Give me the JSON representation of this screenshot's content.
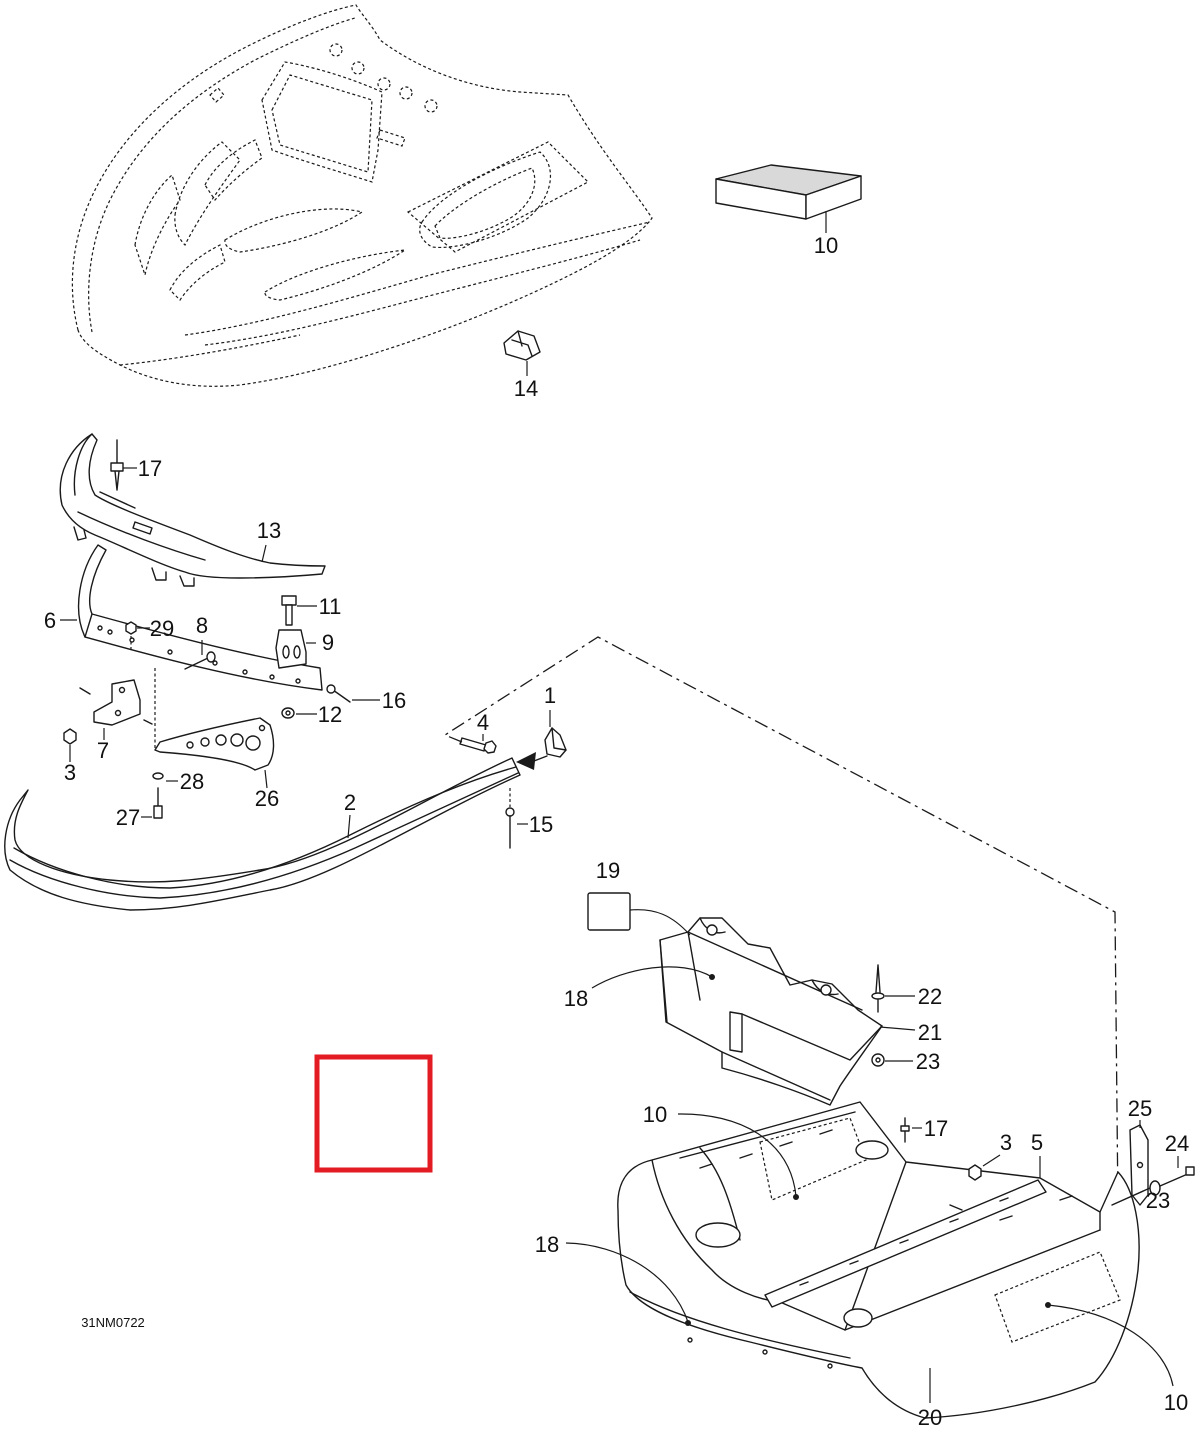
{
  "drawing_number": "31NM0722",
  "callouts": [
    "10",
    "14",
    "17",
    "13",
    "11",
    "6",
    "29",
    "8",
    "9",
    "16",
    "12",
    "1",
    "4",
    "7",
    "3",
    "28",
    "26",
    "2",
    "15",
    "27",
    "19",
    "22",
    "18",
    "21",
    "23",
    "10",
    "25",
    "3",
    "5",
    "24",
    "17",
    "23",
    "18",
    "20",
    "10"
  ],
  "colors": {
    "line": "#1a1a1a",
    "highlight": "#e31b23",
    "part_fill": "#d9d9d9",
    "background": "#ffffff"
  }
}
